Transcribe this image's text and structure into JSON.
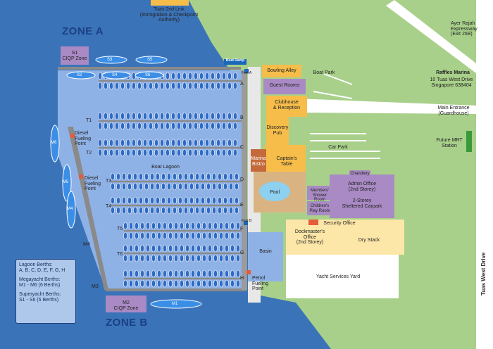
{
  "zones": {
    "zone_a": "ZONE A",
    "zone_b": "ZONE B"
  },
  "labels": {
    "tuas_link": "Tuas 2nd Link\n(Immigration & Checkpoint\nAuthority)",
    "s1_ciqp": "S1\nCIQP Zone",
    "m2_ciqp": "M2\nCIQP Zone",
    "boat_ramp": "Boat Ramp",
    "boat_park": "Boat Park",
    "boat_lagoon": "Boat Lagoon",
    "bowling_alley": "Bowling Alley",
    "guest_rooms": "Guest Rooms",
    "clubhouse": "Clubhouse\n& Reception",
    "discovery_pub": "Discovery\nPub",
    "marina_bistro": "Marina\nBistro",
    "captains_table": "Captain's\nTable",
    "pool": "Pool",
    "car_park": "Car Park",
    "chandlery": "Chandlery",
    "admin_office": "Admin Office\n(2nd Storey)",
    "sheltered_carpark": "2-Storey\nSheltered Carpark",
    "members_shower": "Members'\nShower Room",
    "childrens_play": "Children's\nPlay Room",
    "security_office": "Security Office",
    "dockmaster": "Dockmaster's\nOffice\n(2nd Storey)",
    "dry_stack": "Dry Stack",
    "basin": "Basin",
    "petrol_fueling": "Petrol\nFueling\nPoint",
    "diesel_fueling_1": "Diesel\nFueling\nPoint",
    "diesel_fueling_2": "Diesel\nFueling\nPoint",
    "yacht_services": "Yacht Services Yard",
    "ayer_rajah": "Ayer Rajah\nExpressway\n(Exit 26B)",
    "raffles_marina": "Raffles Marina",
    "raffles_address": "10 Tuas West Drive\nSingapore 638404",
    "main_entrance": "Main Entrance\n(Guardhouse)",
    "future_mrt": "Future MRT\nStation",
    "tuas_west_drive": "Tuas West Drive",
    "foot_a": "Foot A",
    "foot_b": "Foot B"
  },
  "piers": {
    "a": "A",
    "b": "B",
    "c": "C",
    "d": "D",
    "e": "E",
    "f": "F",
    "g": "G",
    "h": "H",
    "t1": "T1",
    "t2": "T2",
    "t3": "T3",
    "t4": "T4",
    "t5": "T5",
    "t6": "T6",
    "m3": "M3",
    "m4": "M4"
  },
  "boats": {
    "s3": "S3",
    "s5": "S5",
    "s2": "S2",
    "s4": "S4",
    "s6": "S6",
    "m1": "M1",
    "m4": "M4",
    "m5": "M5",
    "m6": "M6"
  },
  "legend": {
    "lagoon_title": "Lagoon Berths:",
    "lagoon_value": "A, B, C, D, E, F, G, H",
    "mega_title": "Megayacht Berths:",
    "mega_value": "M1 - M6 (6 Berths)",
    "super_title": "Superyacht Berths:",
    "super_value": "S1 - S6 (6 Berths)"
  },
  "colors": {
    "water": "#3b73b8",
    "lagoon": "#8fb2e6",
    "land": "#a8d08a",
    "road": "#ffffff",
    "pier": "#8a8a8a",
    "building_orange": "#f6bd4a",
    "building_purple": "#a98ac4",
    "building_light": "#fde7a8",
    "berth": "#2f6bc4"
  }
}
